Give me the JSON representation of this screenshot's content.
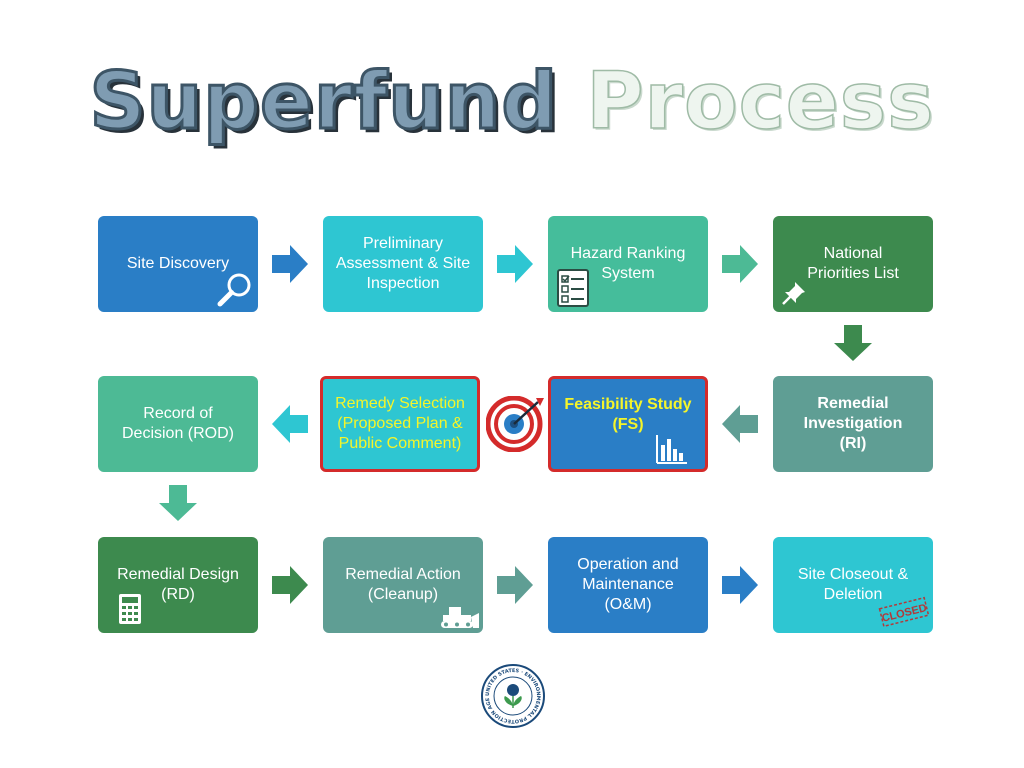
{
  "title": {
    "word1": "Superfund",
    "word2": "Process"
  },
  "colors": {
    "blue": "#2a7ec6",
    "cyan": "#2ec6d2",
    "teal": "#45bd9b",
    "green": "#3d8a4e",
    "mint": "#4dba95",
    "slate": "#5f9e94",
    "highlight_border": "#d42b2b",
    "highlight_text": "#f5f52a"
  },
  "steps": [
    {
      "label": "Site Discovery",
      "icon": "magnifier-icon"
    },
    {
      "label": "Preliminary\nAssessment & Site\nInspection",
      "icon": ""
    },
    {
      "label": "Hazard Ranking\nSystem",
      "icon": "checklist-icon"
    },
    {
      "label": "National\nPriorities List",
      "icon": "pushpin-icon"
    },
    {
      "label": "Remedial\nInvestigation\n(RI)",
      "icon": ""
    },
    {
      "label": "Feasibility Study\n(FS)",
      "icon": "bar-chart-icon"
    },
    {
      "label": "Remedy Selection\n(Proposed Plan &\nPublic Comment)",
      "icon": ""
    },
    {
      "label": "Record of\nDecision (ROD)",
      "icon": ""
    },
    {
      "label": "Remedial Design\n(RD)",
      "icon": "calculator-icon"
    },
    {
      "label": "Remedial Action\n(Cleanup)",
      "icon": "bulldozer-icon"
    },
    {
      "label": "Operation and\nMaintenance\n(O&M)",
      "icon": ""
    },
    {
      "label": "Site Closeout &\nDeletion",
      "icon": "closed-stamp-icon"
    }
  ],
  "stamp_text": "CLOSED",
  "seal": {
    "ring_text": "UNITED STATES · ENVIRONMENTAL PROTECTION AGENCY",
    "icon": "epa-seal-icon"
  }
}
